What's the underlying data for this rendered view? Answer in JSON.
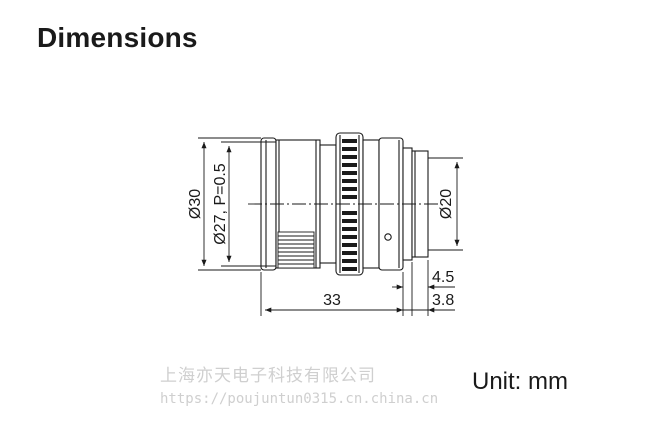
{
  "title": "Dimensions",
  "unit_label": "Unit: mm",
  "dimensions": {
    "outer_diameter": "Ø30",
    "thread": "Ø27, P=0.5",
    "mount_diameter": "Ø20",
    "length": "33",
    "flange_a": "4.5",
    "flange_b": "3.8"
  },
  "watermark": {
    "company": "上海亦天电子科技有限公司",
    "url": "https://poujuntun0315.cn.china.cn"
  }
}
